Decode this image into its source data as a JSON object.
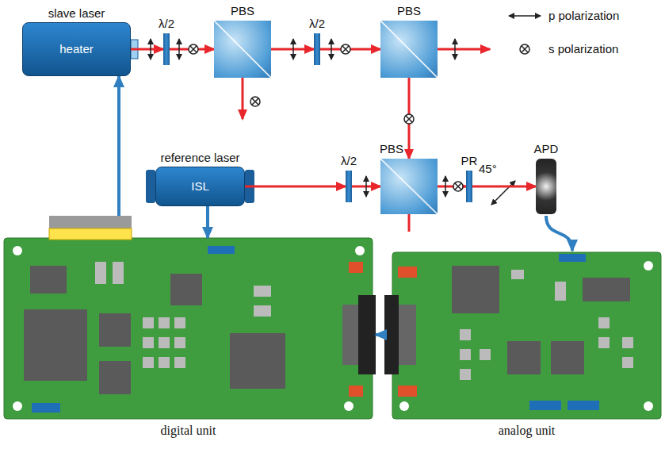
{
  "diagram": {
    "nodes": [
      {
        "text": [
          "slave laser",
          "heater"
        ]
      },
      {
        "text": [
          "λ/2"
        ]
      },
      {
        "text": [
          "PBS"
        ]
      },
      {
        "text": [
          "λ/2"
        ]
      },
      {
        "text": [
          "PBS"
        ]
      },
      {
        "text": [
          "reference laser",
          "ISL"
        ]
      },
      {
        "text": [
          "λ/2"
        ]
      },
      {
        "text": [
          "PBS"
        ]
      },
      {
        "text": [
          "PR"
        ]
      },
      {
        "text": [
          "APD"
        ]
      },
      {
        "text": [
          "digital unit"
        ]
      },
      {
        "text": [
          "analog unit"
        ]
      }
    ],
    "edges": [
      {
        "from": 0,
        "to": 1,
        "arrow": "to"
      },
      {
        "from": 1,
        "to": 2,
        "arrow": "to"
      },
      {
        "from": 2,
        "to": 3,
        "arrow": "to"
      },
      {
        "from": 3,
        "to": 4,
        "arrow": "to"
      },
      {
        "from": 4,
        "to": 7,
        "arrow": "to"
      },
      {
        "from": 5,
        "to": 6,
        "arrow": "to"
      },
      {
        "from": 6,
        "to": 7,
        "arrow": "to"
      },
      {
        "from": 7,
        "to": 8,
        "arrow": "to"
      },
      {
        "from": 8,
        "to": 9,
        "arrow": "to"
      },
      {
        "from": 10,
        "to": 0,
        "arrow": "to"
      },
      {
        "from": 5,
        "to": 10,
        "arrow": "to"
      },
      {
        "from": 9,
        "to": 11,
        "arrow": "to"
      },
      {
        "from": 11,
        "to": 10,
        "arrow": "to"
      }
    ],
    "labels": [
      "45°"
    ],
    "legend": [
      {
        "text": "p polarization"
      },
      {
        "text": "s polarization"
      }
    ]
  }
}
